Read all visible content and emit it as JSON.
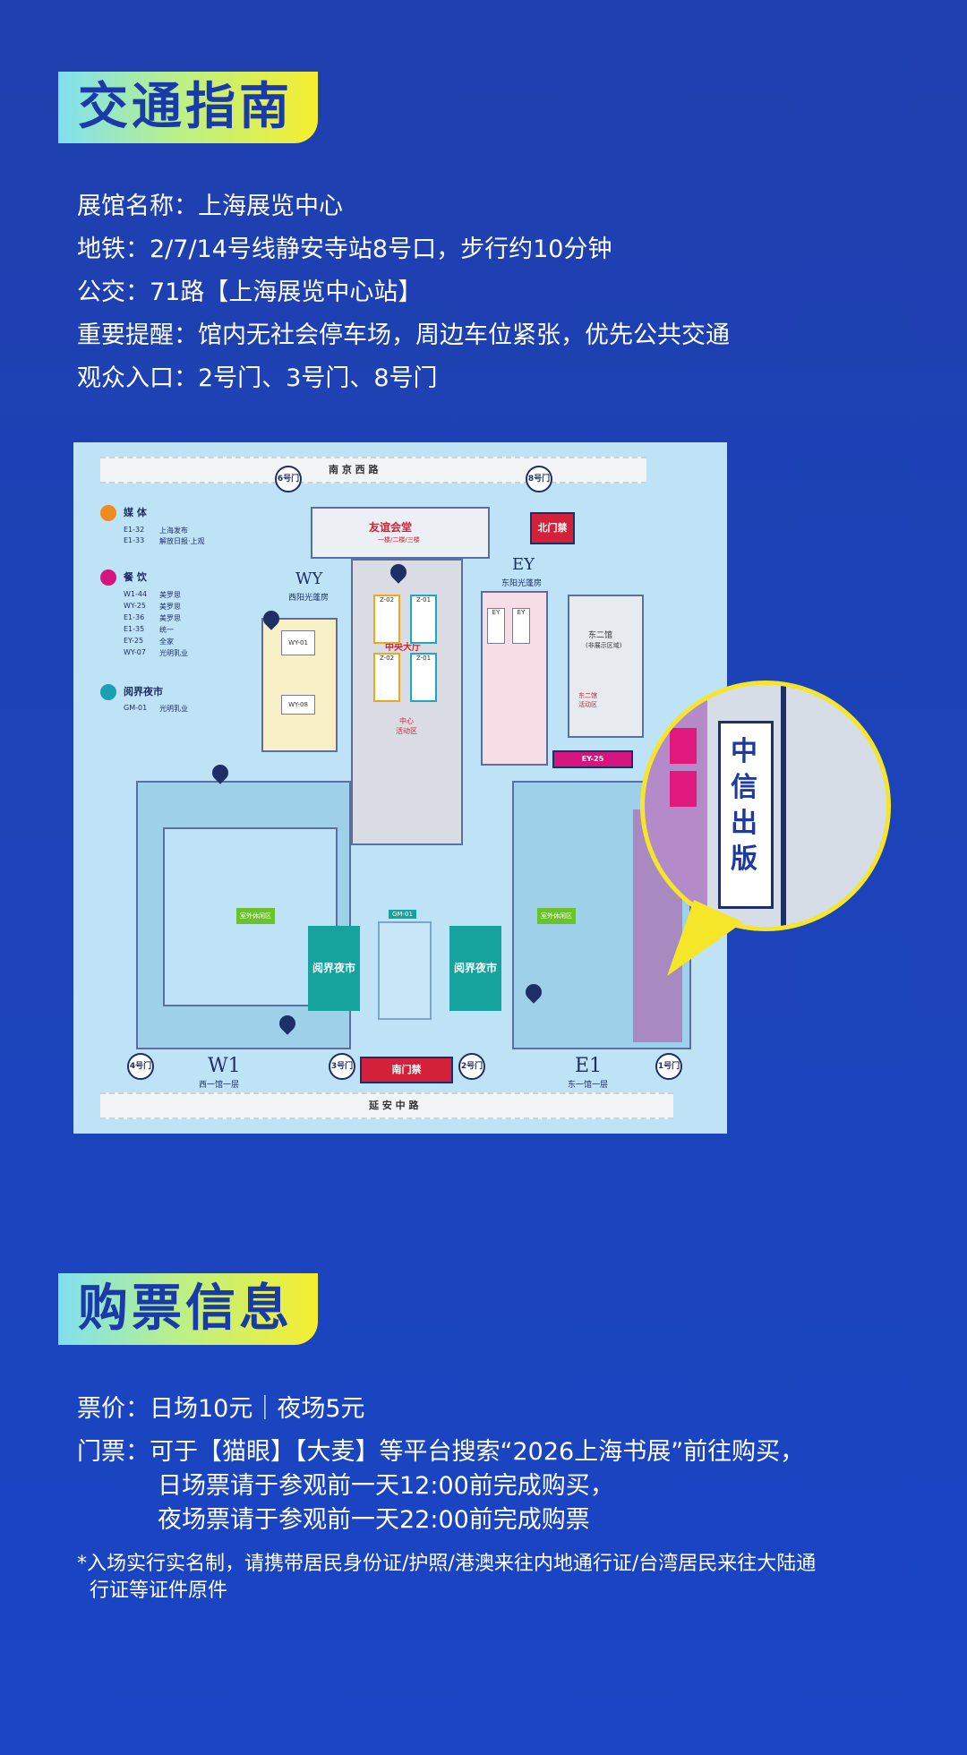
{
  "transport": {
    "heading": "交通指南",
    "lines": [
      "展馆名称：上海展览中心",
      "地铁：2/7/14号线静安寺站8号口，步行约10分钟",
      "公交：71路【上海展览中心站】",
      "重要提醒：馆内无社会停车场，周边车位紧张，优先公共交通",
      "观众入口：2号门、3号门、8号门"
    ]
  },
  "map": {
    "roads": {
      "north": "南 京 西 路",
      "south": "延 安 中 路"
    },
    "gates": {
      "g6": "6号门",
      "g8": "8号门",
      "g4": "4号门",
      "g3": "3号门",
      "g2": "2号门",
      "g1": "1号门"
    },
    "north_hall": "北门禁",
    "south_hall": "南门禁",
    "friendship_hall": "友谊会堂",
    "friendship_sub": "一楼/二楼/三楼",
    "central_hall": "中央大厅",
    "central_activity": "中心\n活动区",
    "wy": {
      "code": "WY",
      "name": "西阳光蓬房"
    },
    "ey": {
      "code": "EY",
      "name": "东阳光蓬房"
    },
    "w1": {
      "code": "W1",
      "name": "西一馆一层"
    },
    "e1": {
      "code": "E1",
      "name": "东一馆一层"
    },
    "east2": {
      "name": "东二馆",
      "sub": "(非展示区域)",
      "activity": "东二馆\n活动区"
    },
    "night_market_left": "阅界夜市",
    "night_market_right": "阅界夜市",
    "outdoor_left": "室外休闲区",
    "outdoor_right": "室外休闲区",
    "gm": "GM-01",
    "ey25": "EY-25",
    "zoom_text": "中信出版",
    "legend": [
      {
        "title": "媒 体",
        "color": "#f08a1c",
        "items": [
          [
            "E1-32",
            "上海发布"
          ],
          [
            "E1-33",
            "解放日报·上观"
          ]
        ]
      },
      {
        "title": "餐 饮",
        "color": "#d6147e",
        "items": [
          [
            "W1-44",
            "美罗思"
          ],
          [
            "WY-25",
            "美罗思"
          ],
          [
            "E1-36",
            "美罗思"
          ],
          [
            "E1-35",
            "统一"
          ],
          [
            "EY-25",
            "全家"
          ],
          [
            "WY-07",
            "光明乳业"
          ]
        ]
      },
      {
        "title": "阅界夜市",
        "color": "#1aa0b0",
        "items": [
          [
            "GM-01",
            "光明乳业"
          ]
        ]
      }
    ]
  },
  "ticket": {
    "heading": "购票信息",
    "price": "票价：日场10元｜夜场5元",
    "lines": [
      "门票：可于【猫眼】【大麦】等平台搜索“2026上海书展”前往购买，",
      "日场票请于参观前一天12:00前完成购买，",
      "夜场票请于参观前一天22:00前完成购票"
    ],
    "note": [
      "*入场实行实名制，请携带居民身份证/护照/港澳来往内地通行证/台湾居民来往大陆通",
      "行证等证件原件"
    ]
  }
}
